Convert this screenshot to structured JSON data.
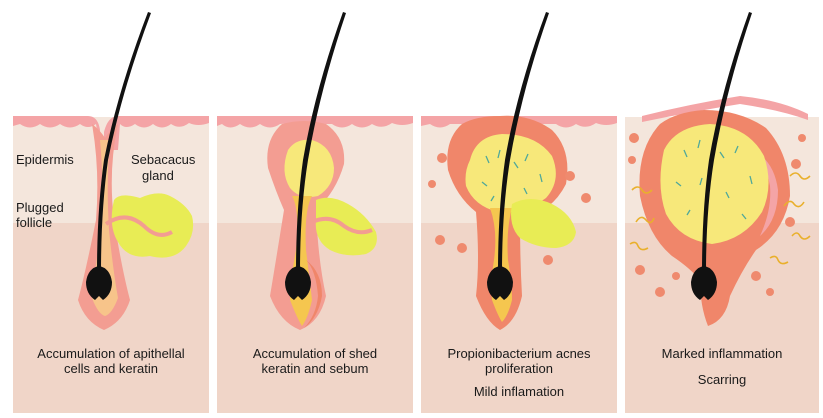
{
  "colors": {
    "background": "#ffffff",
    "epidermis_band": "#f4e6dc",
    "dermis": "#f0d5c8",
    "skin_surface": "#f4a4a6",
    "follicle": "#f39d92",
    "inflamed_tissue": "#f0866a",
    "sebum": "#f7e87a",
    "gland": "#e8ec55",
    "hair": "#111111",
    "bacteria": "#ef8a6e",
    "scar_fibers": "#e9b02c"
  },
  "panels": [
    {
      "labels": {
        "epidermis": "Epidermis",
        "sebaceous_line1": "Sebacacus",
        "sebaceous_line2": "gland",
        "plugged_line1": "Plugged",
        "plugged_line2": "follicle"
      },
      "caption_line1": "Accumulation of apithellal",
      "caption_line2": "cells and keratin"
    },
    {
      "caption_line1": "Accumulation of shed",
      "caption_line2": "keratin and sebum"
    },
    {
      "caption_line1": "Propionibacterium acnes",
      "caption_line2": "proliferation",
      "caption_line3": "Mild inflamation"
    },
    {
      "caption_line1": "Marked inflammation",
      "caption_line2": "Scarring"
    }
  ]
}
